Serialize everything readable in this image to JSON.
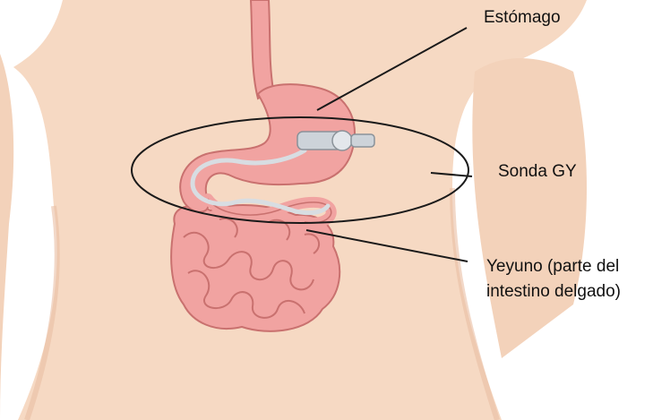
{
  "labels": {
    "stomach": "Estómago",
    "tube": "Sonda GY",
    "jejunum_line1": "Yeyuno (parte del",
    "jejunum_line2": "intestino delgado)"
  },
  "colors": {
    "skin": "#f6d9c3",
    "skin_shade": "#e9bea3",
    "organ": "#f1a3a1",
    "organ_dark": "#c9716f",
    "tube": "#d8dde2",
    "line": "#1a1a1a"
  }
}
